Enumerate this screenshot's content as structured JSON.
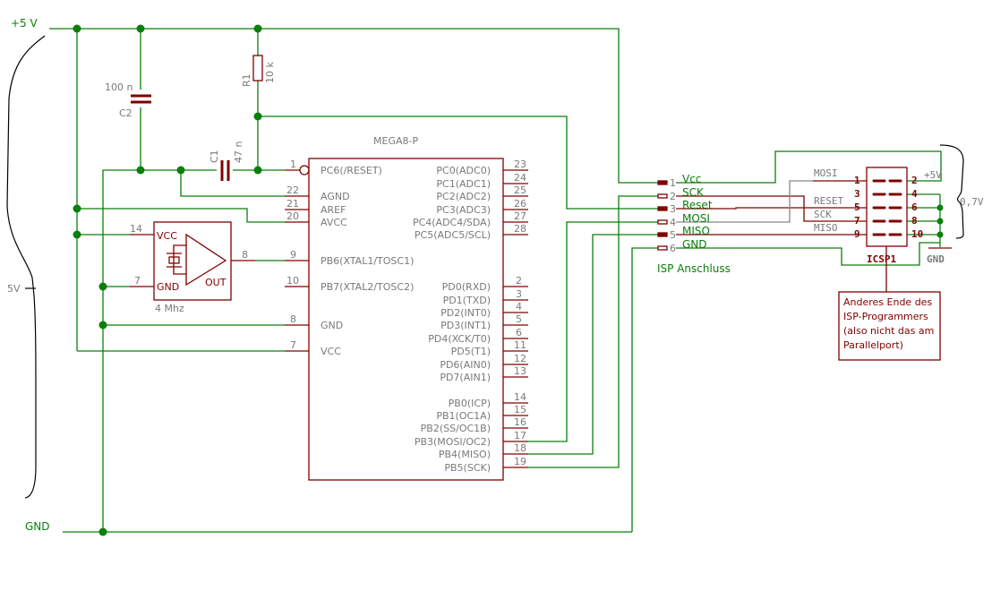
{
  "rails": {
    "vcc": "+5 V",
    "gnd": "GND",
    "supply_note": "5V"
  },
  "components": {
    "c2": {
      "name": "C2",
      "value": "100 n"
    },
    "c1": {
      "name": "C1",
      "value": "47 n"
    },
    "r1": {
      "name": "R1",
      "value": "10 k"
    },
    "oscillator": {
      "vcc": "VCC",
      "gnd": "GND",
      "out": "OUT",
      "freq": "4 Mhz",
      "pin_vcc": "14",
      "pin_gnd": "7",
      "pin_out": "8"
    },
    "mcu": {
      "name": "MEGA8-P",
      "left_pins": [
        {
          "num": "1",
          "label": "PC6(/RESET)"
        },
        {
          "num": "22",
          "label": "AGND"
        },
        {
          "num": "21",
          "label": "AREF"
        },
        {
          "num": "20",
          "label": "AVCC"
        },
        {
          "num": "9",
          "label": "PB6(XTAL1/TOSC1)"
        },
        {
          "num": "10",
          "label": "PB7(XTAL2/TOSC2)"
        },
        {
          "num": "8",
          "label": "GND"
        },
        {
          "num": "7",
          "label": "VCC"
        }
      ],
      "right_pins": [
        {
          "num": "23",
          "label": "PC0(ADC0)"
        },
        {
          "num": "24",
          "label": "PC1(ADC1)"
        },
        {
          "num": "25",
          "label": "PC2(ADC2)"
        },
        {
          "num": "26",
          "label": "PC3(ADC3)"
        },
        {
          "num": "27",
          "label": "PC4(ADC4/SDA)"
        },
        {
          "num": "28",
          "label": "PC5(ADC5/SCL)"
        },
        {
          "num": "2",
          "label": "PD0(RXD)"
        },
        {
          "num": "3",
          "label": "PD1(TXD)"
        },
        {
          "num": "4",
          "label": "PD2(INT0)"
        },
        {
          "num": "5",
          "label": "PD3(INT1)"
        },
        {
          "num": "6",
          "label": "PD4(XCK/T0)"
        },
        {
          "num": "11",
          "label": "PD5(T1)"
        },
        {
          "num": "12",
          "label": "PD6(AIN0)"
        },
        {
          "num": "13",
          "label": "PD7(AIN1)"
        },
        {
          "num": "14",
          "label": "PB0(ICP)"
        },
        {
          "num": "15",
          "label": "PB1(OC1A)"
        },
        {
          "num": "16",
          "label": "PB2(SS/OC1B)"
        },
        {
          "num": "17",
          "label": "PB3(MOSI/OC2)"
        },
        {
          "num": "18",
          "label": "PB4(MISO)"
        },
        {
          "num": "19",
          "label": "PB5(SCK)"
        }
      ]
    },
    "isp": {
      "title": "ISP Anschluss",
      "pins": [
        {
          "num": "1",
          "label": "Vcc"
        },
        {
          "num": "2",
          "label": "SCK"
        },
        {
          "num": "3",
          "label": "Reset"
        },
        {
          "num": "4",
          "label": "MOSI"
        },
        {
          "num": "5",
          "label": "MISO"
        },
        {
          "num": "6",
          "label": "GND"
        }
      ]
    },
    "icsp": {
      "name": "ICSP1",
      "left_numbers": [
        "1",
        "3",
        "5",
        "7",
        "9"
      ],
      "right_numbers": [
        "2",
        "4",
        "6",
        "8",
        "10"
      ],
      "signal_labels": [
        "MOSI",
        "RESET",
        "SCK",
        "MISO"
      ],
      "vcc_label": "+5V",
      "gnd_label": "GND",
      "voltage_note": "0,7V"
    }
  },
  "note": [
    "Anderes Ende des",
    "ISP-Programmers",
    "(also nicht das am",
    "Parallelport)"
  ]
}
